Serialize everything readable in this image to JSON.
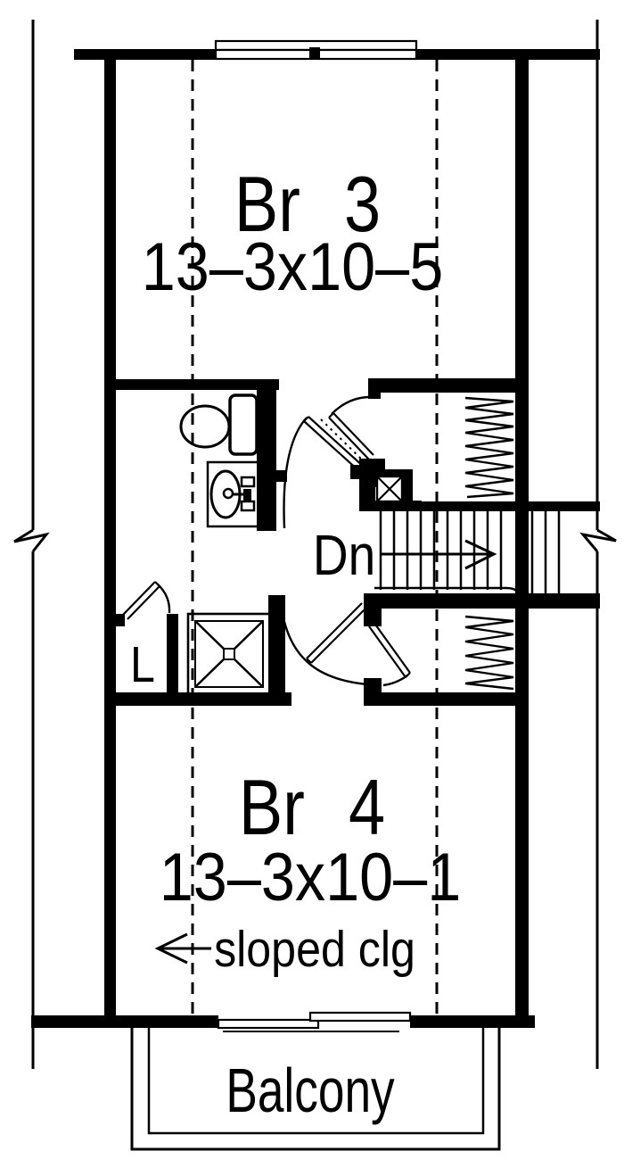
{
  "rooms": {
    "br3": {
      "label": "Br 3",
      "dims": "13–3x10–5"
    },
    "br4": {
      "label": "Br 4",
      "dims": "13–3x10–1",
      "ceiling_note": "sloped clg"
    },
    "stairs": {
      "label": "Dn"
    },
    "linen_closet": {
      "label": "L"
    },
    "balcony": {
      "label": "Balcony"
    }
  },
  "colors": {
    "ink": "#000000",
    "paper": "#ffffff"
  }
}
